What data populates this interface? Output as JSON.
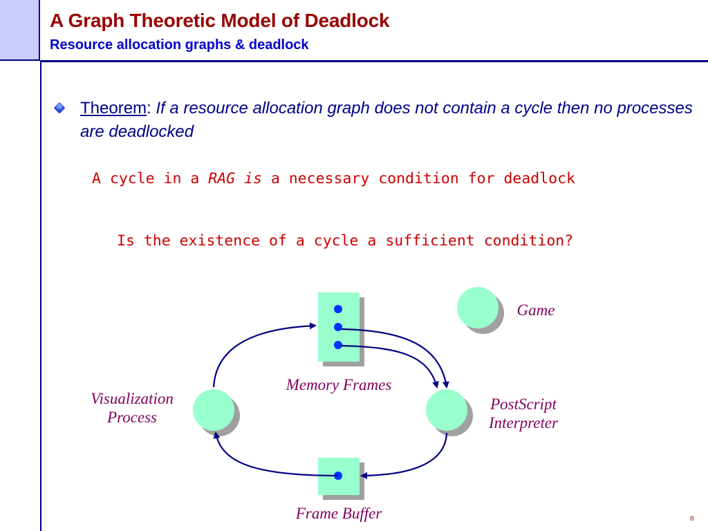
{
  "slide": {
    "title": "A Graph Theoretic Model of Deadlock",
    "subtitle": "Resource allocation graphs & deadlock",
    "theorem": {
      "label": "Theorem",
      "separator": ": ",
      "statement": "If a resource allocation graph does not contain a cycle then no processes are deadlocked"
    },
    "necessary_line": {
      "prefix": "A cycle in a ",
      "italic": "RAG is",
      "suffix": " a necessary condition for deadlock"
    },
    "question": "Is the existence of a cycle a sufficient condition?",
    "page_number": "8"
  },
  "graph": {
    "processes": [
      {
        "id": "visualization",
        "label_lines": [
          "Visualization",
          "Process"
        ]
      },
      {
        "id": "postscript",
        "label_lines": [
          "PostScript",
          "Interpreter"
        ]
      },
      {
        "id": "game",
        "label_lines": [
          "Game"
        ]
      }
    ],
    "resources": [
      {
        "id": "memory-frames",
        "label": "Memory Frames",
        "units": 3
      },
      {
        "id": "frame-buffer",
        "label": "Frame Buffer",
        "units": 1
      }
    ],
    "edges": [
      {
        "from": "visualization",
        "to": "memory-frames",
        "kind": "request"
      },
      {
        "from": "memory-frames",
        "to": "postscript",
        "kind": "assignment"
      },
      {
        "from": "memory-frames",
        "to": "postscript",
        "kind": "assignment"
      },
      {
        "from": "postscript",
        "to": "frame-buffer",
        "kind": "request"
      },
      {
        "from": "frame-buffer",
        "to": "visualization",
        "kind": "assignment"
      }
    ],
    "colors": {
      "node_fill": "#99ffcc",
      "node_shadow": "#a0a0a0",
      "edge": "#000080",
      "unit_dot": "#0033ff",
      "label": "#800060"
    }
  }
}
